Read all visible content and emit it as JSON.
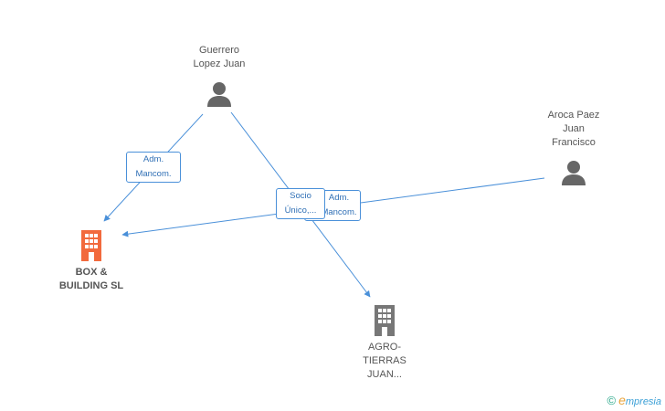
{
  "nodes": {
    "guerrero": {
      "lines": [
        "Guerrero",
        "Lopez Juan"
      ],
      "kind": "person"
    },
    "aroca": {
      "lines": [
        "Aroca Paez",
        "Juan",
        "Francisco"
      ],
      "kind": "person"
    },
    "box": {
      "lines": [
        "BOX &",
        "BUILDING SL"
      ],
      "kind": "company",
      "color": "#f26a3d"
    },
    "agro": {
      "lines": [
        "AGRO-",
        "TIERRAS",
        "JUAN..."
      ],
      "kind": "company",
      "color": "#777777"
    }
  },
  "edges": {
    "adm1": {
      "lines": [
        "Adm.",
        "Mancom."
      ]
    },
    "adm2": {
      "lines": [
        "Adm.",
        "Mancom."
      ]
    },
    "socio": {
      "lines": [
        "Socio",
        "Único,..."
      ]
    }
  },
  "colors": {
    "edge": "#4a90d9",
    "person": "#666666"
  },
  "brand": {
    "copyright": "©",
    "e": "e",
    "rest": "mpresia"
  }
}
